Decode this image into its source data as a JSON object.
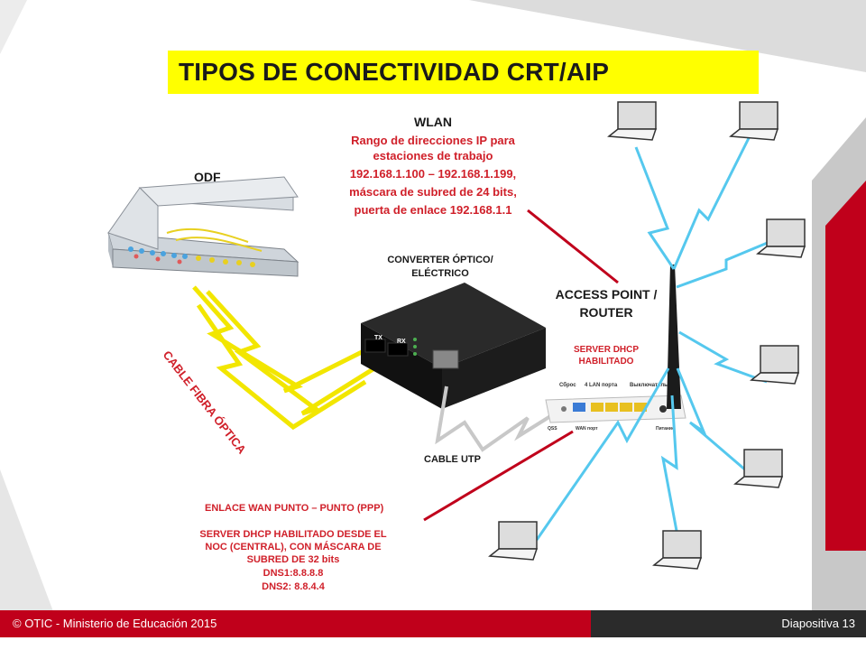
{
  "slide": {
    "title": "TIPOS DE CONECTIVIDAD CRT/AIP"
  },
  "diagram": {
    "odf_label": "ODF",
    "wlan_title": "WLAN",
    "wlan_lines": [
      "Rango de direcciones IP para",
      "estaciones de trabajo",
      "192.168.1.100 – 192.168.1.199,",
      "máscara de subred de 24 bits,",
      "puerta de enlace 192.168.1.1"
    ],
    "converter_lines": [
      "CONVERTER ÓPTICO/",
      "ELÉCTRICO"
    ],
    "converter_ports": {
      "tx": "TX",
      "rx": "RX"
    },
    "ap_lines": [
      "ACCESS POINT /",
      "ROUTER"
    ],
    "dhcp_lines": [
      "SERVER DHCP",
      "HABILITADO"
    ],
    "router_port_labels": {
      "reset": "Сброс",
      "lan": "4 LAN порта",
      "switch": "Выключатель",
      "qss": "QSS",
      "wan": "WAN порт",
      "power": "Питание"
    },
    "fiber_label": "CABLE FIBRA ÓPTICA",
    "utp_label": "CABLE UTP",
    "wan_link_label": "ENLACE WAN PUNTO – PUNTO (PPP)",
    "noc_lines": [
      "SERVER DHCP HABILITADO DESDE EL",
      "NOC (CENTRAL), CON MÁSCARA DE",
      "SUBRED DE 32 bits",
      "DNS1:8.8.8.8",
      "DNS2: 8.8.4.4"
    ]
  },
  "footer": {
    "copyright": "© OTIC - Ministerio de Educación 2015",
    "slide_number": "Diapositiva 13"
  },
  "colors": {
    "title_bg": "#ffff00",
    "accent_red": "#c0001b",
    "footer_dark": "#2b2b2b",
    "label_red": "#d0202a",
    "wireless_blue": "#55c8ee",
    "fiber_yellow": "#f2e600"
  }
}
